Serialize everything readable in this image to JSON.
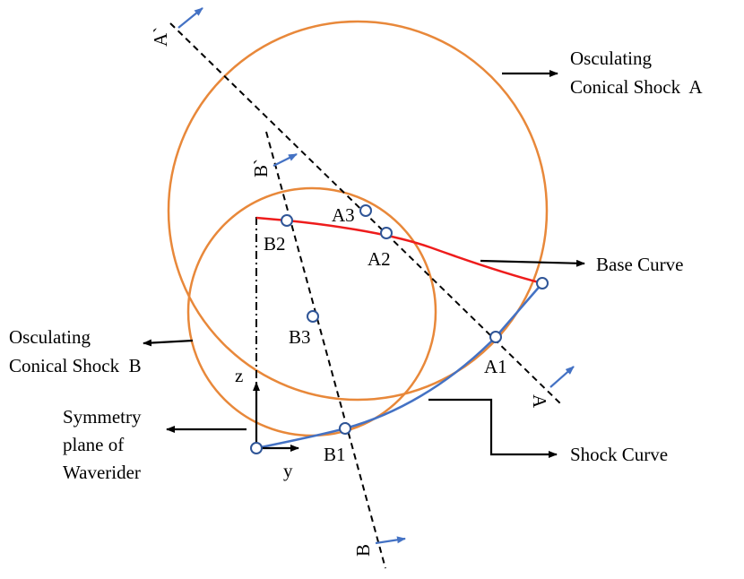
{
  "labels": {
    "plane_a_top": "A`",
    "plane_a_bottom": "A",
    "plane_b_top": "B`",
    "plane_b_bottom": "B",
    "a1": "A1",
    "a2": "A2",
    "a3": "A3",
    "b1": "B1",
    "b2": "B2",
    "b3": "B3",
    "axis_z": "z",
    "axis_y": "y"
  },
  "callouts": {
    "shock_a_line1": "Osculating",
    "shock_a_line2": "Conical Shock  A",
    "shock_b_line1": "Osculating",
    "shock_b_line2": "Conical Shock  B",
    "base_curve": "Base Curve",
    "shock_curve": "Shock Curve",
    "symmetry_line1": "Symmetry",
    "symmetry_line2": "plane of",
    "symmetry_line3": "Waverider"
  },
  "colors": {
    "orange": "#e8883a",
    "red": "#ee1c1c",
    "blue": "#4472c4",
    "point_stroke": "#2f5597",
    "black": "#000000"
  }
}
